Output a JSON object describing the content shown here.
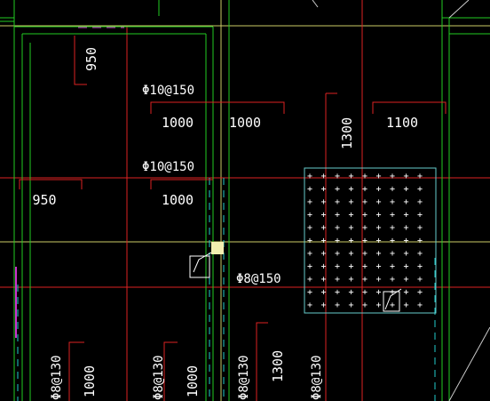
{
  "colors": {
    "background": "#000000",
    "beam_outline": "#22cc22",
    "dimension": "#dd2222",
    "axis": "#cccc66",
    "hidden_edge": "#22cccc",
    "wall": "#cc33cc",
    "hatch_region": "#66cccc",
    "text": "#ffffff",
    "grip": "#f2eeb0"
  },
  "dimensions": {
    "d950_top": "950",
    "d1000_a": "1000",
    "d1000_b": "1000",
    "d1300_top": "1300",
    "d1100": "1100",
    "d950_mid": "950",
    "d1000_mid": "1000",
    "d1000_v1": "1000",
    "d1000_v2": "1000",
    "d1300_v": "1300"
  },
  "rebar_labels": {
    "top_upper": "Φ10@150",
    "top_middle": "Φ10@150",
    "center": "Φ8@150",
    "bottom_1": "Φ8@130",
    "bottom_2": "Φ8@130",
    "bottom_3": "Φ8@130",
    "bottom_4": "Φ8@130"
  },
  "hatch_symbol": "+",
  "icons": {
    "grip": "grip-square-icon",
    "section_marker": "section-marker-icon"
  }
}
